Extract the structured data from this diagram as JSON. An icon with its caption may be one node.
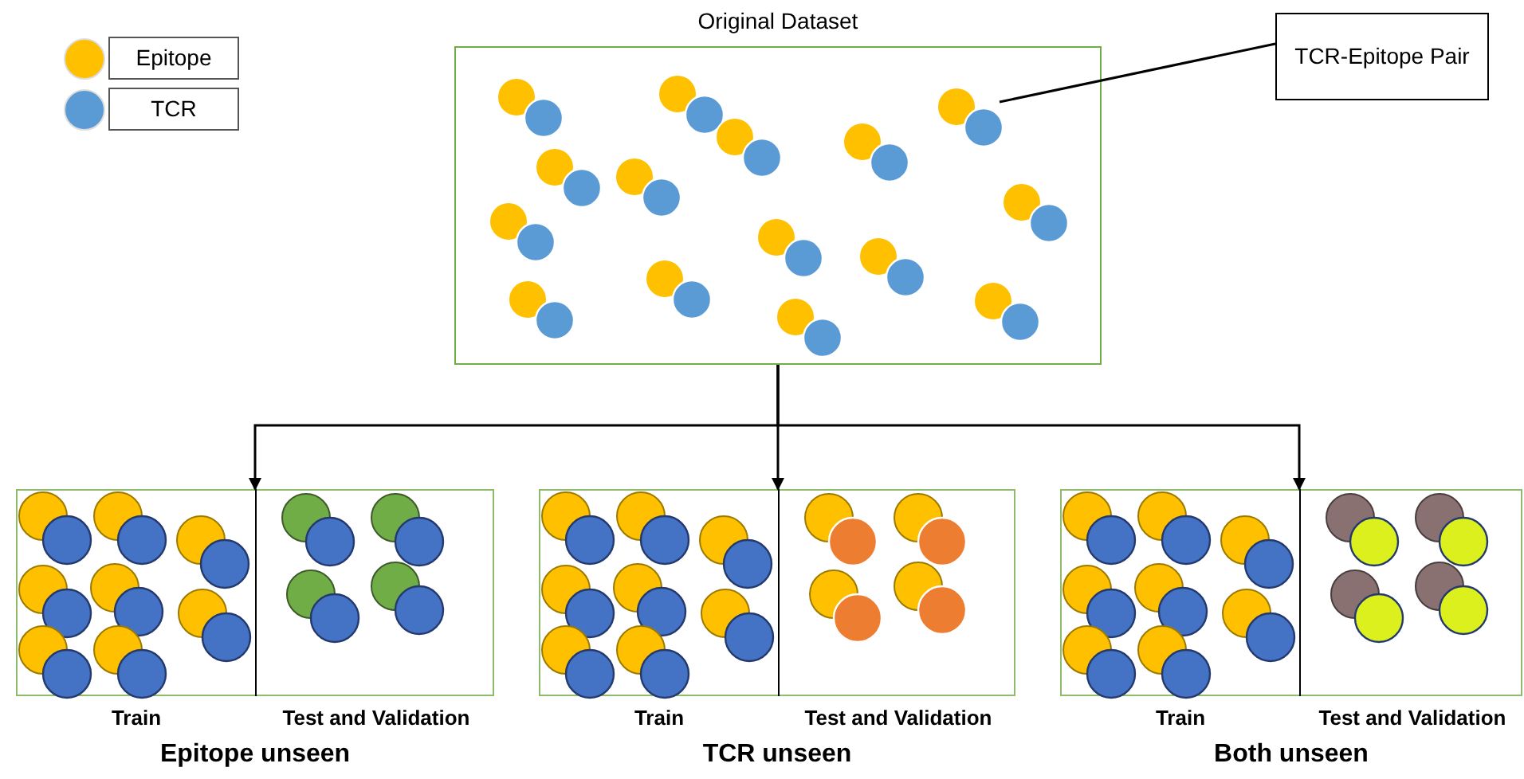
{
  "diagram": {
    "nodes": [
      {
        "text": [
          "Original Dataset"
        ]
      },
      {
        "text": [
          "TCR-Epitope Pair"
        ]
      },
      {
        "text": [],
        "shape": "circle",
        "in": 0
      },
      {
        "text": [
          "Epitope unseen"
        ]
      },
      {
        "text": [
          "Train"
        ],
        "in": 3
      },
      {
        "text": [
          "Test and Validation"
        ],
        "in": 3
      },
      {
        "text": [
          "TCR unseen"
        ]
      },
      {
        "text": [
          "Train"
        ],
        "in": 6
      },
      {
        "text": [
          "Test and Validation"
        ],
        "in": 6
      },
      {
        "text": [
          "Both unseen"
        ]
      },
      {
        "text": [
          "Train"
        ],
        "in": 9
      },
      {
        "text": [
          "Test and Validation"
        ],
        "in": 9
      }
    ],
    "edges": [
      {
        "from": 1,
        "to": 2,
        "arrow": "none"
      },
      {
        "from": 0,
        "to": 3,
        "arrow": "to"
      },
      {
        "from": 0,
        "to": 6,
        "arrow": "to"
      },
      {
        "from": 0,
        "to": 9,
        "arrow": "to"
      }
    ],
    "legend": [
      {
        "text": "Epitope",
        "color": "#ffc000"
      },
      {
        "text": "TCR",
        "color": "#5b9bd5"
      }
    ]
  }
}
